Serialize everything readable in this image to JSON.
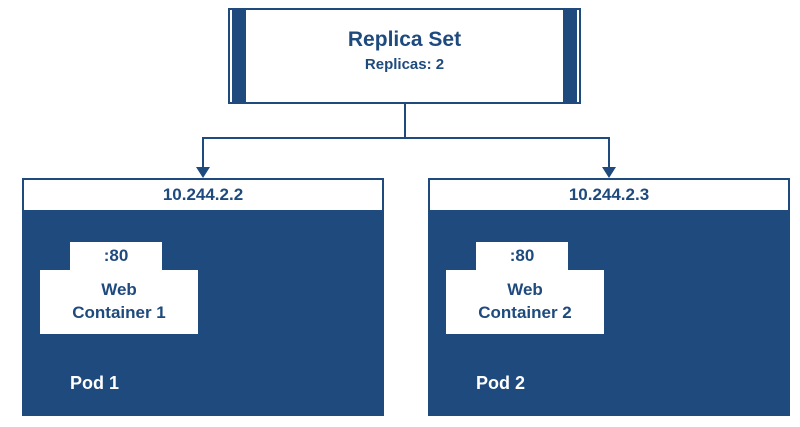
{
  "colors": {
    "primary": "#1E4A7D",
    "background": "#FFFFFF",
    "text_on_dark": "#FFFFFF"
  },
  "replica_set": {
    "title": "Replica Set",
    "subtitle": "Replicas: 2"
  },
  "pods": [
    {
      "ip": "10.244.2.2",
      "label": "Pod 1",
      "container": {
        "port": ":80",
        "name_lines": [
          "Web",
          "Container 1"
        ]
      }
    },
    {
      "ip": "10.244.2.3",
      "label": "Pod 2",
      "container": {
        "port": ":80",
        "name_lines": [
          "Web",
          "Container 2"
        ]
      }
    }
  ]
}
